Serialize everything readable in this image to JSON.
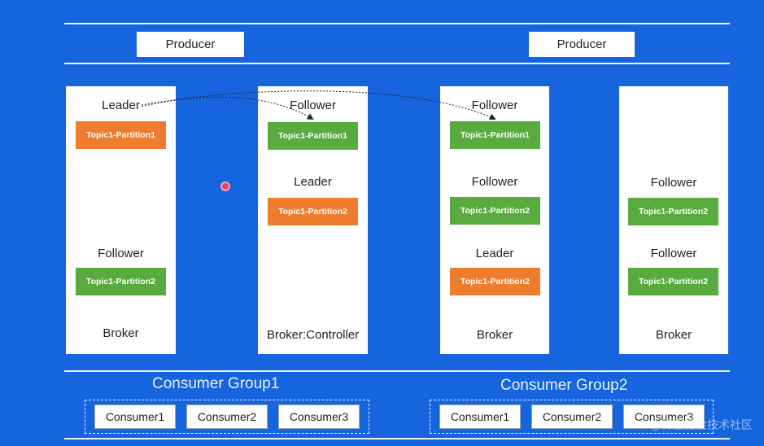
{
  "producers": [
    "Producer",
    "Producer"
  ],
  "brokers": [
    {
      "label": "Broker",
      "items": [
        {
          "role": "Leader",
          "partition": "Topic1-Partition1",
          "kind": "leader"
        },
        {
          "role": "Follower",
          "partition": "Topic1-Partition2",
          "kind": "follower"
        }
      ]
    },
    {
      "label": "Broker:Controller",
      "items": [
        {
          "role": "Follower",
          "partition": "Topic1-Partition1",
          "kind": "follower"
        },
        {
          "role": "Leader",
          "partition": "Topic1-Partition2",
          "kind": "leader"
        }
      ]
    },
    {
      "label": "Broker",
      "items": [
        {
          "role": "Follower",
          "partition": "Topic1-Partition1",
          "kind": "follower"
        },
        {
          "role": "Follower",
          "partition": "Topic1-Partition2",
          "kind": "follower"
        },
        {
          "role": "Leader",
          "partition": "Topic1-Partition2",
          "kind": "leader"
        }
      ]
    },
    {
      "label": "Broker",
      "items": [
        {
          "role": "Follower",
          "partition": "Topic1-Partition2",
          "kind": "follower"
        },
        {
          "role": "Follower",
          "partition": "Topic1-Partition2",
          "kind": "follower"
        }
      ]
    }
  ],
  "consumer_groups": [
    {
      "name": "Consumer Group1",
      "consumers": [
        "Consumer1",
        "Consumer2",
        "Consumer3"
      ]
    },
    {
      "name": "Consumer Group2",
      "consumers": [
        "Consumer1",
        "Consumer2",
        "Consumer3"
      ]
    }
  ],
  "watermark": "@稀土掘金技术社区",
  "colors": {
    "background": "#1665de",
    "leader": "#ef7d2e",
    "follower": "#59ab3f"
  }
}
